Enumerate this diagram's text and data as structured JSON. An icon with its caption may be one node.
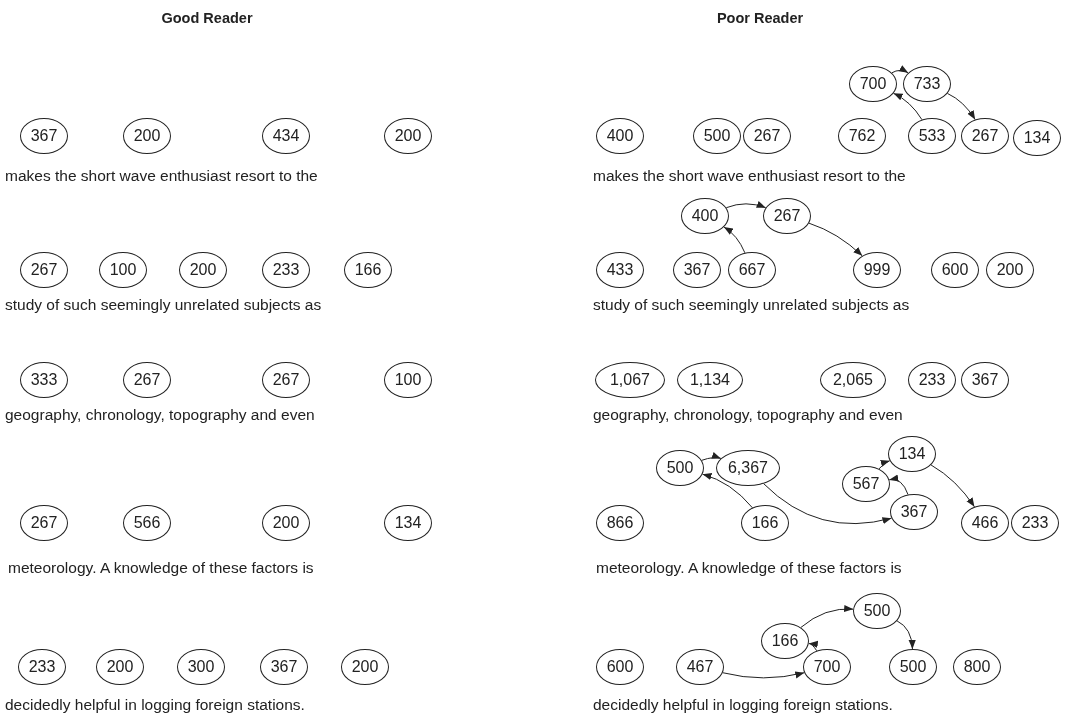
{
  "diagram": {
    "nodes": [
      {
        "text": [
          "367"
        ]
      },
      {
        "text": [
          "200"
        ]
      },
      {
        "text": [
          "434"
        ]
      },
      {
        "text": [
          "200"
        ]
      },
      {
        "text": [
          "700"
        ]
      },
      {
        "text": [
          "733"
        ]
      },
      {
        "text": [
          "400"
        ]
      },
      {
        "text": [
          "500"
        ]
      },
      {
        "text": [
          "267"
        ]
      },
      {
        "text": [
          "762"
        ]
      },
      {
        "text": [
          "533"
        ]
      },
      {
        "text": [
          "267"
        ]
      },
      {
        "text": [
          "134"
        ]
      },
      {
        "text": [
          "400"
        ]
      },
      {
        "text": [
          "267"
        ]
      },
      {
        "text": [
          "267"
        ]
      },
      {
        "text": [
          "100"
        ]
      },
      {
        "text": [
          "200"
        ]
      },
      {
        "text": [
          "233"
        ]
      },
      {
        "text": [
          "166"
        ]
      },
      {
        "text": [
          "433"
        ]
      },
      {
        "text": [
          "367"
        ]
      },
      {
        "text": [
          "667"
        ]
      },
      {
        "text": [
          "999"
        ]
      },
      {
        "text": [
          "600"
        ]
      },
      {
        "text": [
          "200"
        ]
      },
      {
        "text": [
          "333"
        ]
      },
      {
        "text": [
          "267"
        ]
      },
      {
        "text": [
          "267"
        ]
      },
      {
        "text": [
          "100"
        ]
      },
      {
        "text": [
          "1,067"
        ]
      },
      {
        "text": [
          "1,134"
        ]
      },
      {
        "text": [
          "2,065"
        ]
      },
      {
        "text": [
          "233"
        ]
      },
      {
        "text": [
          "367"
        ]
      },
      {
        "text": [
          "500"
        ]
      },
      {
        "text": [
          "6,367"
        ]
      },
      {
        "text": [
          "134"
        ]
      },
      {
        "text": [
          "567"
        ]
      },
      {
        "text": [
          "267"
        ]
      },
      {
        "text": [
          "566"
        ]
      },
      {
        "text": [
          "200"
        ]
      },
      {
        "text": [
          "134"
        ]
      },
      {
        "text": [
          "866"
        ]
      },
      {
        "text": [
          "166"
        ]
      },
      {
        "text": [
          "367"
        ]
      },
      {
        "text": [
          "466"
        ]
      },
      {
        "text": [
          "233"
        ]
      },
      {
        "text": [
          "500"
        ]
      },
      {
        "text": [
          "166"
        ]
      },
      {
        "text": [
          "233"
        ]
      },
      {
        "text": [
          "200"
        ]
      },
      {
        "text": [
          "300"
        ]
      },
      {
        "text": [
          "367"
        ]
      },
      {
        "text": [
          "200"
        ]
      },
      {
        "text": [
          "600"
        ]
      },
      {
        "text": [
          "467"
        ]
      },
      {
        "text": [
          "700"
        ]
      },
      {
        "text": [
          "500"
        ]
      },
      {
        "text": [
          "800"
        ]
      }
    ],
    "edges": [
      {
        "from": 4,
        "to": 5,
        "arrow": "to"
      },
      {
        "from": 5,
        "to": 11,
        "arrow": "to"
      },
      {
        "from": 10,
        "to": 4,
        "arrow": "to"
      },
      {
        "from": 13,
        "to": 14,
        "arrow": "to"
      },
      {
        "from": 14,
        "to": 23,
        "arrow": "to"
      },
      {
        "from": 22,
        "to": 13,
        "arrow": "to"
      },
      {
        "from": 35,
        "to": 36,
        "arrow": "to"
      },
      {
        "from": 44,
        "to": 35,
        "arrow": "to"
      },
      {
        "from": 36,
        "to": 45,
        "arrow": "to"
      },
      {
        "from": 38,
        "to": 37,
        "arrow": "to"
      },
      {
        "from": 45,
        "to": 38,
        "arrow": "to"
      },
      {
        "from": 37,
        "to": 46,
        "arrow": "to"
      },
      {
        "from": 56,
        "to": 57,
        "arrow": "to"
      },
      {
        "from": 57,
        "to": 49,
        "arrow": "to"
      },
      {
        "from": 49,
        "to": 48,
        "arrow": "to"
      },
      {
        "from": 48,
        "to": 58,
        "arrow": "to"
      }
    ],
    "labels": [
      "Good Reader",
      "Poor Reader",
      "makes the short wave enthusiast resort to the",
      "makes the short wave enthusiast resort to the",
      "study of such seemingly unrelated subjects as",
      "study of such seemingly unrelated subjects as",
      "geography, chronology, topography and even",
      "geography, chronology, topography and even",
      "meteorology. A knowledge of these factors is",
      "meteorology. A knowledge of these factors is",
      "decidedly helpful in logging foreign stations.",
      "decidedly helpful in logging foreign stations."
    ]
  }
}
